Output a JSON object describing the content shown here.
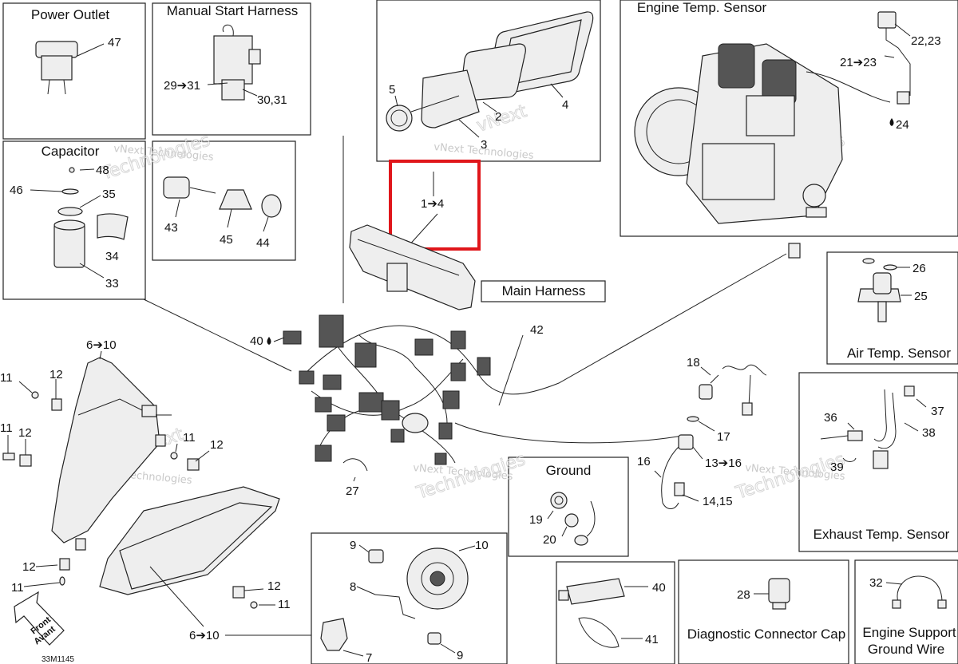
{
  "diagram": {
    "ref_code": "33M1145",
    "front_label_1": "Front",
    "front_label_2": "Avant",
    "sections": {
      "power_outlet": "Power Outlet",
      "manual_start_harness": "Manual Start Harness",
      "engine_temp_sensor": "Engine Temp. Sensor",
      "capacitor": "Capacitor",
      "main_harness": "Main Harness",
      "air_temp_sensor": "Air Temp. Sensor",
      "ground": "Ground",
      "exhaust_temp_sensor": "Exhaust Temp. Sensor",
      "diagnostic_connector_cap": "Diagnostic Connector Cap",
      "engine_support_ground_wire_1": "Engine Support",
      "engine_support_ground_wire_2": "Ground Wire"
    },
    "highlight": {
      "label": "1➔4",
      "color": "#e0161b"
    },
    "watermark": {
      "small": "vNext Technologies",
      "large_1": "vNext",
      "large_2": "Technologies"
    },
    "callouts": {
      "c47": "47",
      "c29_31": "29➔31",
      "c30_31": "30,31",
      "c5": "5",
      "c2": "2",
      "c3": "3",
      "c4": "4",
      "c22_23": "22,23",
      "c21_23": "21➔23",
      "c24": "24",
      "c48": "48",
      "c46": "46",
      "c35": "35",
      "c34": "34",
      "c33": "33",
      "c43": "43",
      "c45": "45",
      "c44": "44",
      "c26": "26",
      "c25": "25",
      "c40a": "40",
      "c42": "42",
      "c6_10a": "6➔10",
      "c11a": "11",
      "c12a": "12",
      "c11b": "11",
      "c12b": "12",
      "c11c": "11",
      "c12c": "12",
      "c12d": "12",
      "c11d": "11",
      "c12e": "12",
      "c11e": "11",
      "c6_10b": "6➔10",
      "c27": "27",
      "c18": "18",
      "c17": "17",
      "c16": "16",
      "c13_16": "13➔16",
      "c14_15": "14,15",
      "c19": "19",
      "c20": "20",
      "c36": "36",
      "c37": "37",
      "c38": "38",
      "c39": "39",
      "c9a": "9",
      "c10": "10",
      "c8": "8",
      "c7": "7",
      "c9b": "9",
      "c40b": "40",
      "c41": "41",
      "c28": "28",
      "c32": "32"
    }
  }
}
